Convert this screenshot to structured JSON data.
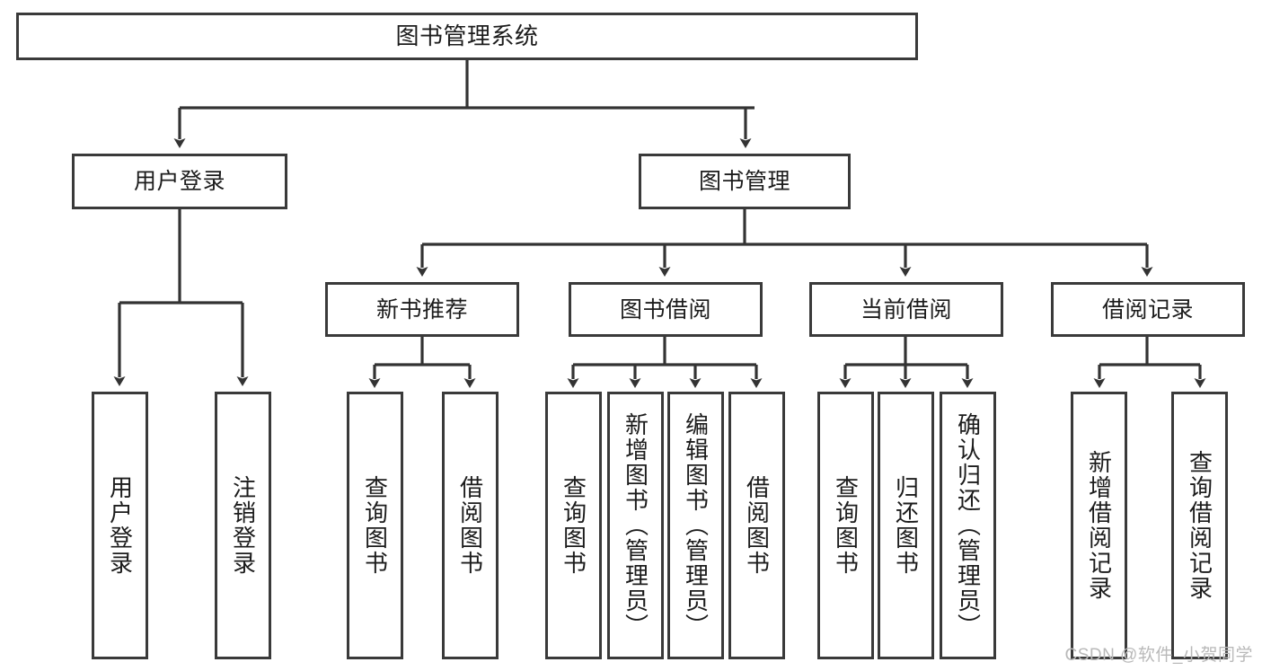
{
  "diagram": {
    "title": "图书管理系统",
    "watermark": "CSDN @软件_小贺同学",
    "colors": {
      "box_border": "#3a3a3a",
      "connector": "#333333",
      "background": "#ffffff",
      "text": "#1c1c1c",
      "watermark": "#b9b9b9"
    },
    "nodes": {
      "root": {
        "label": "图书管理系统"
      },
      "level1": [
        {
          "label": "用户登录"
        },
        {
          "label": "图书管理"
        }
      ],
      "level2": [
        {
          "label": "新书推荐"
        },
        {
          "label": "图书借阅"
        },
        {
          "label": "当前借阅"
        },
        {
          "label": "借阅记录"
        }
      ],
      "leaves": {
        "user_login": [
          {
            "label": "用户登录"
          },
          {
            "label": "注销登录"
          }
        ],
        "new_book_recommend": [
          {
            "label": "查询图书"
          },
          {
            "label": "借阅图书"
          }
        ],
        "book_borrow": [
          {
            "label": "查询图书"
          },
          {
            "label": "新增图书（管理员）"
          },
          {
            "label": "编辑图书（管理员）"
          },
          {
            "label": "借阅图书"
          }
        ],
        "current_borrow": [
          {
            "label": "查询图书"
          },
          {
            "label": "归还图书"
          },
          {
            "label": "确认归还（管理员）"
          }
        ],
        "borrow_record": [
          {
            "label": "新增借阅记录"
          },
          {
            "label": "查询借阅记录"
          }
        ]
      }
    }
  }
}
